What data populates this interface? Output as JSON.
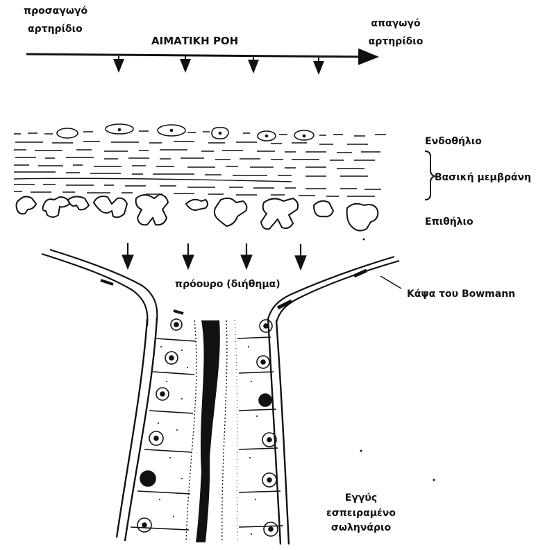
{
  "labels": {
    "afferent": [
      "προσαγωγό",
      "αρτηρίδιο"
    ],
    "blood_flow": "ΑΙΜΑΤΙΚΗ ΡΟΗ",
    "efferent": [
      "απαγωγό",
      "αρτηρίδιο"
    ],
    "endothelium": "Ενδοθήλιο",
    "basement_membrane": "Βασική μεμβράνη",
    "epithelium": "Επιθήλιο",
    "filtrate": "πρόουρο (διήθημα)",
    "bowman_capsule": "Κάψα του Bowmann",
    "proximal_tubule": [
      "Εγγύς",
      "εσπειραμένο",
      "σωληνάριο"
    ]
  },
  "colors": {
    "ink": "#111111",
    "background": "#ffffff"
  }
}
